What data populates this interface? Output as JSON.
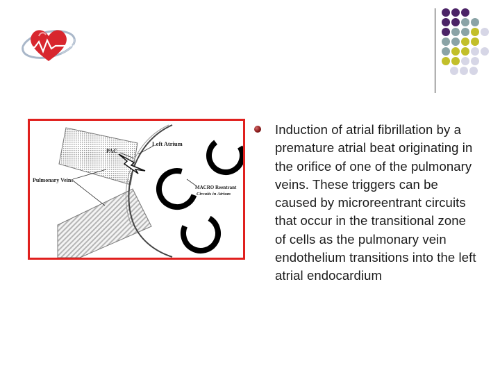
{
  "figure": {
    "labels": {
      "left_atrium": "Left Atrium",
      "pac": "PAC",
      "pulmonary_veins": "Pulmonary Veins",
      "macro_line1": "MACRO Reentrant",
      "macro_line2": "Circuits in Atrium"
    }
  },
  "bullet_text": "Induction of atrial fibrillation by a premature atrial beat originating in the orifice of one of the pulmonary veins. These triggers can be caused by microreentrant circuits that occur in the transitional zone of cells as the pulmonary vein endothelium transitions into the left atrial endocardium",
  "colors": {
    "frame": "#e0201e",
    "dot_purple": "#4b2366",
    "dot_teal": "#8aa3a6",
    "dot_olive": "#c2bf2a",
    "dot_lavender": "#d6d6e6"
  },
  "icons": [
    "heart-logo-icon",
    "bullet-icon"
  ]
}
